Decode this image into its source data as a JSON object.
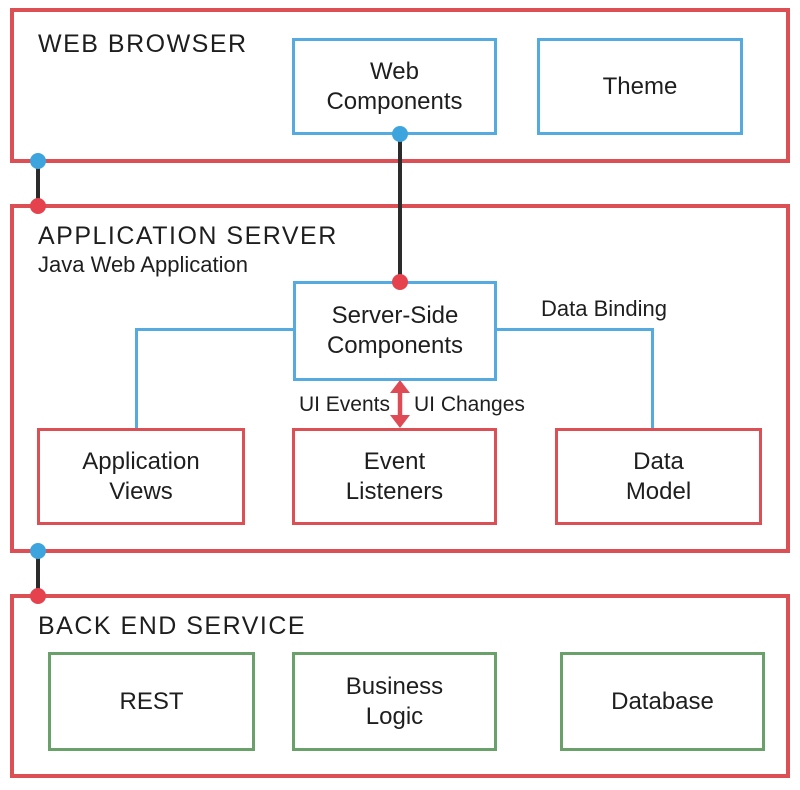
{
  "colors": {
    "section_border_red": "#dc4f55",
    "node_border_blue": "#55abdf",
    "node_border_green": "#6aa06a",
    "dot_blue": "#3ea4de",
    "dot_red": "#e5424d",
    "connector_black": "#2b2b2b",
    "arrow_red": "#df4b54",
    "text": "#1e1e1e"
  },
  "sections": {
    "web_browser": {
      "title": "WEB BROWSER",
      "boxes": [
        {
          "label": "Web\nComponents"
        },
        {
          "label": "Theme"
        }
      ]
    },
    "application_server": {
      "title": "APPLICATION SERVER",
      "subtitle": "Java Web Application",
      "boxes": [
        {
          "label": "Server-Side\nComponents"
        },
        {
          "label": "Application\nViews"
        },
        {
          "label": "Event\nListeners"
        },
        {
          "label": "Data\nModel"
        }
      ]
    },
    "back_end_service": {
      "title": "BACK END SERVICE",
      "boxes": [
        {
          "label": "REST"
        },
        {
          "label": "Business\nLogic"
        },
        {
          "label": "Database"
        }
      ]
    }
  },
  "connector_labels": {
    "data_binding": "Data Binding",
    "ui_events": "UI Events",
    "ui_changes": "UI Changes"
  }
}
